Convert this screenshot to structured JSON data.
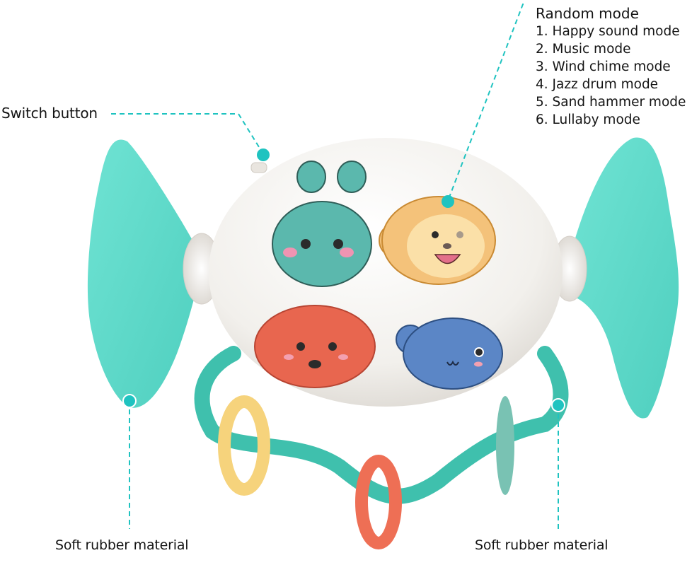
{
  "callouts": {
    "switch_button": "Switch button",
    "soft_rubber_left": "Soft rubber material",
    "soft_rubber_right": "Soft rubber material",
    "modes": {
      "title": "Random mode",
      "items": [
        "1. Happy sound mode",
        "2. Music mode",
        "3. Wind chime mode",
        "4. Jazz drum mode",
        "5. Sand hammer mode",
        "6. Lullaby mode"
      ]
    }
  },
  "product": {
    "buttons": [
      {
        "animal": "bunny",
        "color": "#5bb8ad"
      },
      {
        "animal": "monkey",
        "color": "#f4c27a"
      },
      {
        "animal": "puppy",
        "color": "#e8664f"
      },
      {
        "animal": "whale",
        "color": "#5b86c6"
      }
    ],
    "rings": [
      {
        "color": "#f6d37c"
      },
      {
        "color": "#ee6f55"
      },
      {
        "color": "#79c2b3"
      }
    ]
  },
  "colors": {
    "accent": "#1fc3c0",
    "fin": "#5fdccb",
    "tube": "#3cc0ad",
    "body": "#f3f1ee"
  }
}
